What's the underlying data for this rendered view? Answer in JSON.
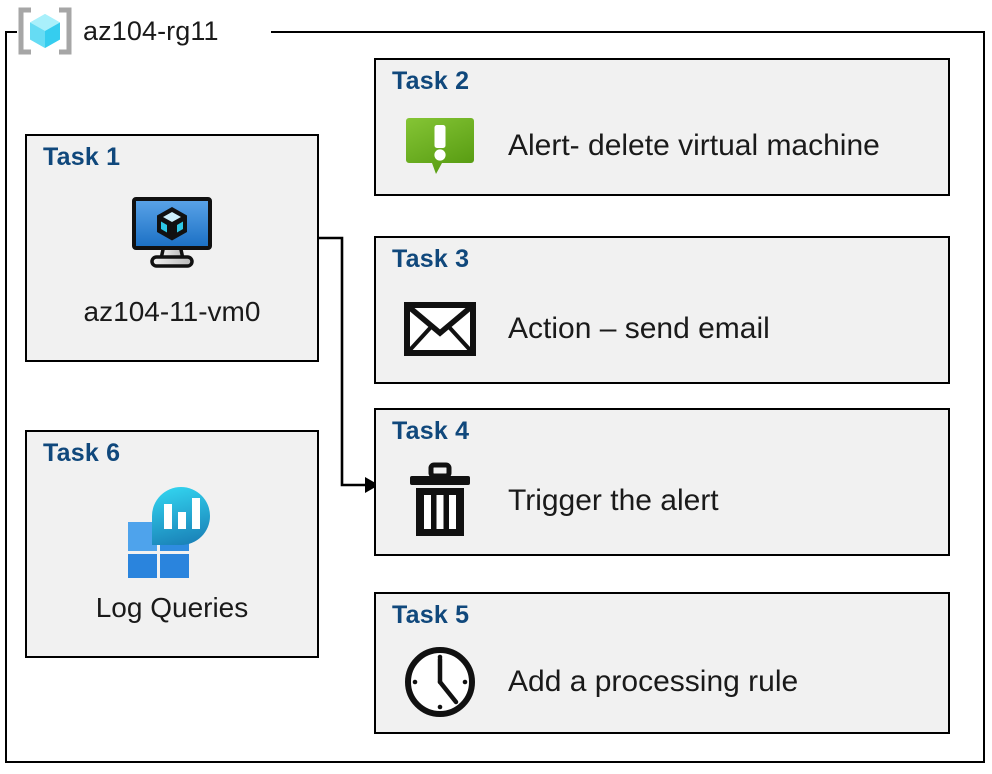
{
  "resource_group": {
    "name": "az104-rg11",
    "icon": "azure-resource-group-icon"
  },
  "tasks": [
    {
      "id": "task1",
      "label": "Task 1",
      "caption": "az104-11-vm0",
      "icon": "virtual-machine-icon",
      "layout": "icon-above-caption"
    },
    {
      "id": "task2",
      "label": "Task 2",
      "caption": "Alert- delete virtual machine",
      "icon": "alert-bubble-icon",
      "layout": "icon-beside-caption"
    },
    {
      "id": "task3",
      "label": "Task 3",
      "caption": "Action – send email",
      "icon": "envelope-icon",
      "layout": "icon-beside-caption"
    },
    {
      "id": "task4",
      "label": "Task 4",
      "caption": "Trigger the alert",
      "icon": "trash-can-icon",
      "layout": "icon-beside-caption"
    },
    {
      "id": "task5",
      "label": "Task 5",
      "caption": "Add a processing rule",
      "icon": "clock-icon",
      "layout": "icon-beside-caption"
    },
    {
      "id": "task6",
      "label": "Task 6",
      "caption": "Log Queries",
      "icon": "log-analytics-icon",
      "layout": "icon-above-caption"
    }
  ],
  "connector": {
    "from": "task1-virtual-machine-icon",
    "to": "task4",
    "style": "elbow-arrow"
  },
  "colors": {
    "task_label": "#10487c",
    "box_fill": "#f1f1f1",
    "box_border": "#000000",
    "text": "#1a1a1a",
    "vm_icon_blue": "#2f7fd1",
    "alert_green": "#76bc21",
    "log_analytics_blue": "#2f8ce0",
    "log_analytics_teal": "#2bc6e0",
    "rg_cube_cyan": "#7fe6f7",
    "rg_bracket_gray": "#a6a6a6"
  }
}
